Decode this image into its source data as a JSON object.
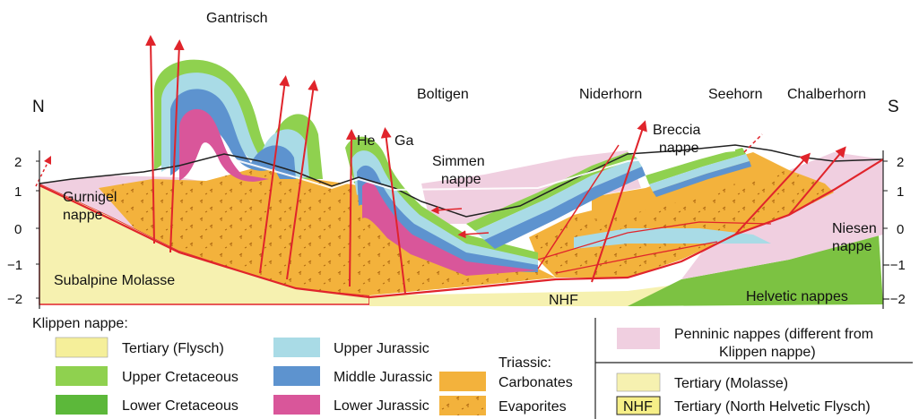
{
  "section": {
    "north_label": "N",
    "south_label": "S",
    "left_axis_ticks": [
      "2",
      "1",
      "0",
      "−1",
      "−2"
    ],
    "right_axis_ticks": [
      "2",
      "1",
      "0",
      "−−1",
      "−−2"
    ],
    "place_names": {
      "gantrisch": "Gantrisch",
      "boltigen": "Boltigen",
      "niderhorn": "Niderhorn",
      "seehorn": "Seehorn",
      "chalberhorn": "Chalberhorn",
      "he": "He",
      "ga": "Ga"
    },
    "unit_labels": {
      "gurnigel_1": "Gurnigel",
      "gurnigel_2": "nappe",
      "simmen_1": "Simmen",
      "simmen_2": "nappe",
      "breccia_1": "Breccia",
      "breccia_2": "nappe",
      "niesen_1": "Niesen",
      "niesen_2": "nappe",
      "subalpine": "Subalpine Molasse",
      "nhf": "NHF",
      "helvetic": "Helvetic nappes"
    }
  },
  "legend": {
    "klippen_title": "Klippen nappe:",
    "tertiary_flysch": "Tertiary (Flysch)",
    "upper_cretaceous": "Upper Cretaceous",
    "lower_cretaceous": "Lower Cretaceous",
    "upper_jurassic": "Upper Jurassic",
    "middle_jurassic": "Middle Jurassic",
    "lower_jurassic": "Lower Jurassic",
    "triassic_title": "Triassic:",
    "carbonates": "Carbonates",
    "evaporites": "Evaporites",
    "penninic_1": "Penninic nappes (different from",
    "penninic_2": "Klippen nappe)",
    "tertiary_molasse": "Tertiary (Molasse)",
    "nhf_box": "NHF",
    "tertiary_nhf": "Tertiary (North Helvetic Flysch)"
  },
  "colors": {
    "flysch": "#f5ef9a",
    "upper_cretaceous": "#8fd14f",
    "lower_cretaceous": "#5cb83a",
    "upper_jurassic": "#a9dbe6",
    "middle_jurassic": "#5d93cf",
    "lower_jurassic": "#d9569a",
    "carbonates": "#f3b23c",
    "penninic": "#f0cfe0",
    "molasse": "#f6f1b0",
    "helvetic": "#7cc242",
    "fault": "#e0242b"
  }
}
